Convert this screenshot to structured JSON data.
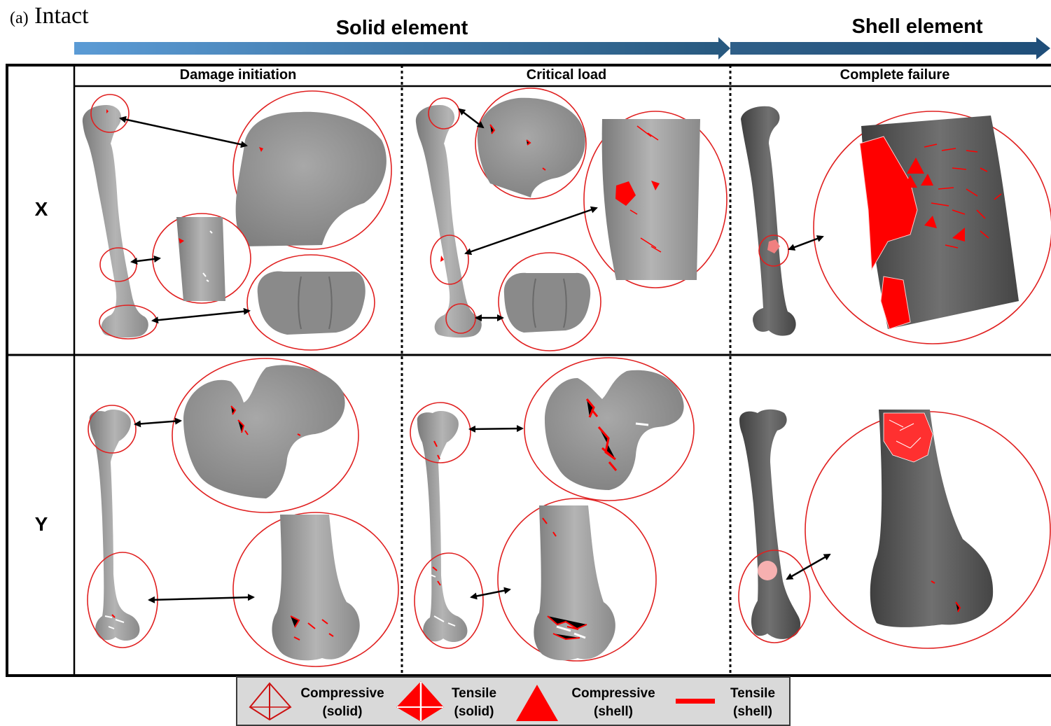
{
  "panel": {
    "letter": "(a)",
    "name": "Intact"
  },
  "header": {
    "solid_label": "Solid element",
    "shell_label": "Shell element"
  },
  "columns": [
    "Damage initiation",
    "Critical load",
    "Complete failure"
  ],
  "rows": [
    "X",
    "Y"
  ],
  "legend": [
    {
      "line1": "Compressive",
      "line2": "(solid)",
      "icon": "outlined-tetrahedron-icon"
    },
    {
      "line1": "Tensile",
      "line2": "(solid)",
      "icon": "filled-tetrahedron-icon"
    },
    {
      "line1": "Compressive",
      "line2": "(shell)",
      "icon": "filled-triangle-icon"
    },
    {
      "line1": "Tensile",
      "line2": "(shell)",
      "icon": "red-line-icon"
    }
  ],
  "colors": {
    "arrow_gradient_start": "#5b9bd5",
    "arrow_gradient_end": "#1f4e79",
    "bone_light": "#9a9a9a",
    "bone_dark": "#5a5a5a",
    "damage_red": "#ff0000",
    "legend_bg": "#d9d9d9"
  }
}
